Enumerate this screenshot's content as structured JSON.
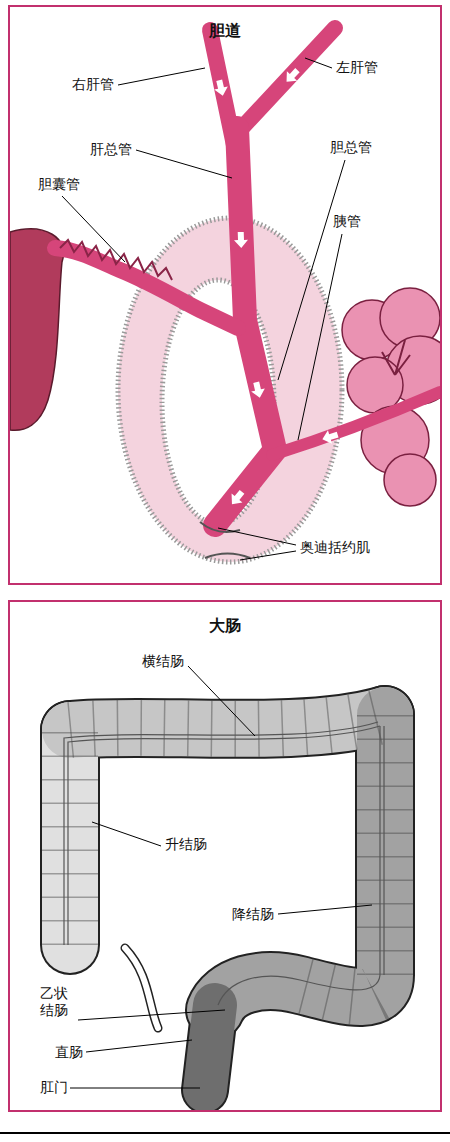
{
  "diagram": {
    "nodes": [
      {
        "text": [
          "胆道"
        ]
      },
      {
        "text": [
          "大肠"
        ]
      }
    ],
    "labels": [
      "右肝管",
      "左肝管",
      "肝总管",
      "胆总管",
      "胆囊管",
      "胰管",
      "奥迪括约肌",
      "横结肠",
      "升结肠",
      "降结肠",
      "乙状 结肠",
      "直肠",
      "肛门"
    ]
  }
}
